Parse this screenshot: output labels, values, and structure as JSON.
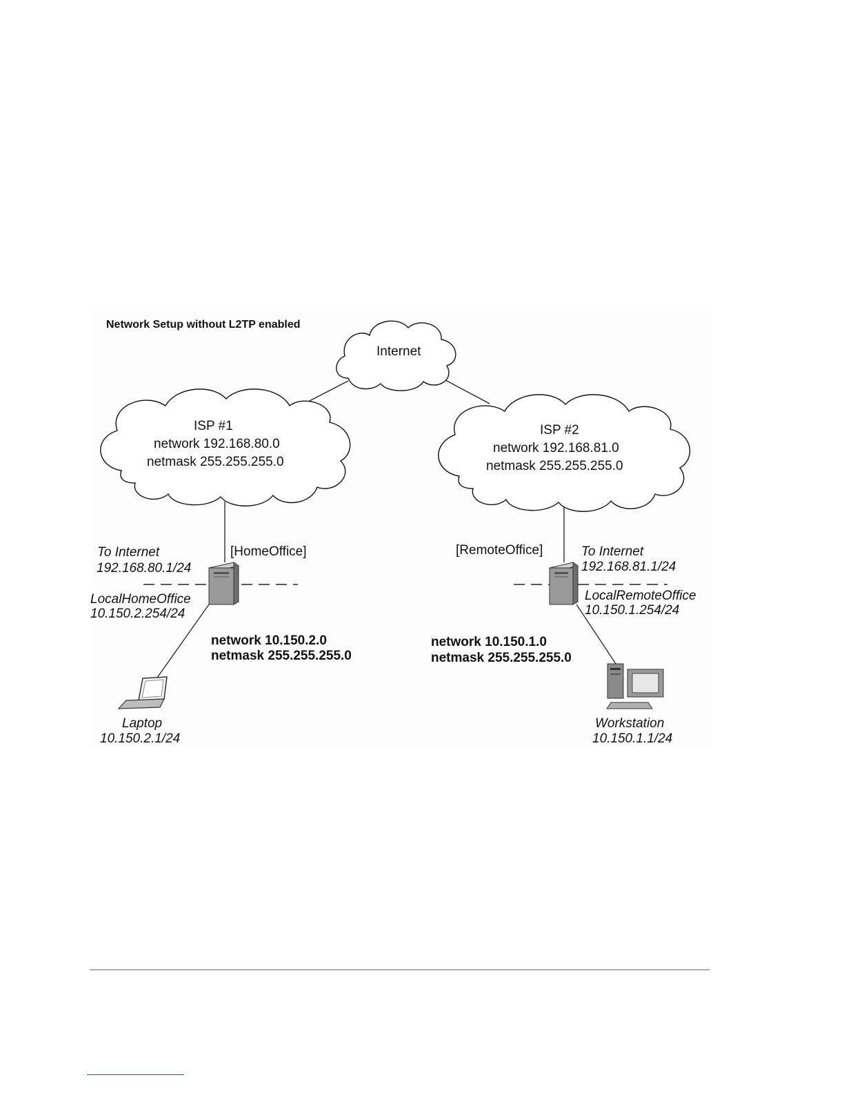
{
  "diagram": {
    "title": "Network Setup without L2TP enabled",
    "internet_cloud": {
      "label": "Internet"
    },
    "isp1": {
      "name": "ISP #1",
      "network": "network 192.168.80.0",
      "netmask": "netmask 255.255.255.0"
    },
    "isp2": {
      "name": "ISP #2",
      "network": "network 192.168.81.0",
      "netmask": "netmask 255.255.255.0"
    },
    "home_office": {
      "name": "[HomeOffice]",
      "to_internet_label": "To Internet",
      "to_internet_ip": "192.168.80.1/24",
      "local_label": "LocalHomeOffice",
      "local_ip": "10.150.2.254/24",
      "lan_network": "network 10.150.2.0",
      "lan_netmask": "netmask 255.255.255.0"
    },
    "remote_office": {
      "name": "[RemoteOffice]",
      "to_internet_label": "To Internet",
      "to_internet_ip": "192.168.81.1/24",
      "local_label": "LocalRemoteOffice",
      "local_ip": "10.150.1.254/24",
      "lan_network": "network 10.150.1.0",
      "lan_netmask": "netmask 255.255.255.0"
    },
    "laptop": {
      "label": "Laptop",
      "ip": "10.150.2.1/24"
    },
    "workstation": {
      "label": "Workstation",
      "ip": "10.150.1.1/24"
    },
    "icons": [
      "server-icon",
      "laptop-icon",
      "workstation-icon"
    ]
  }
}
